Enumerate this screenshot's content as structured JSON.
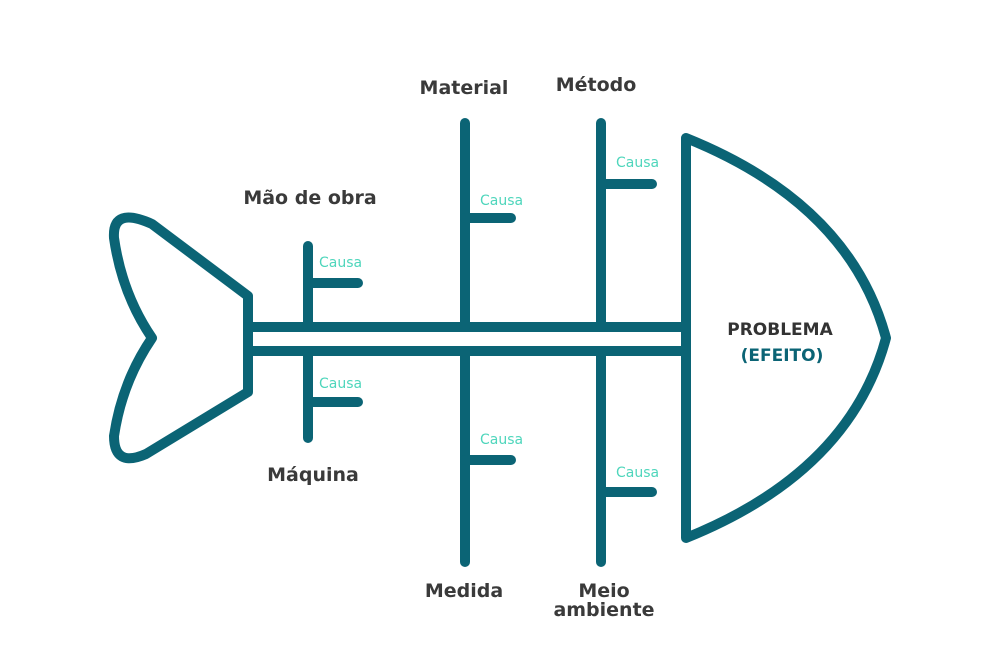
{
  "diagram": {
    "head": {
      "title": "PROBLEMA",
      "subtitle": "(EFEITO)"
    },
    "categories": {
      "mao_de_obra": "Mão de obra",
      "material": "Material",
      "metodo": "Método",
      "maquina": "Máquina",
      "medida": "Medida",
      "meio_ambiente_line1": "Meio",
      "meio_ambiente_line2": "ambiente"
    },
    "causes": {
      "mao_de_obra": "Causa",
      "material": "Causa",
      "metodo": "Causa",
      "maquina": "Causa",
      "medida": "Causa",
      "meio_ambiente": "Causa"
    },
    "colors": {
      "stroke": "#0b6475",
      "cause_text": "#4fd6bc",
      "label_text": "#3a3a3a"
    }
  }
}
